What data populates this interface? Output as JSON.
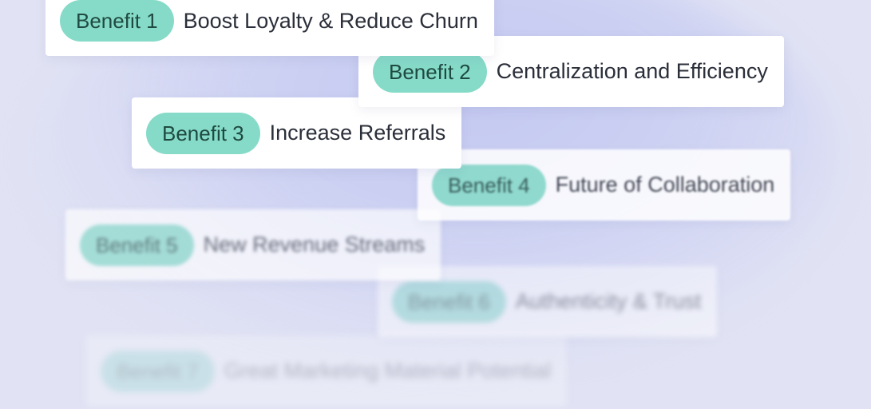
{
  "benefits": [
    {
      "badge": "Benefit 1",
      "label": "Boost Loyalty & Reduce Churn"
    },
    {
      "badge": "Benefit 2",
      "label": "Centralization and Efficiency"
    },
    {
      "badge": "Benefit 3",
      "label": "Increase Referrals"
    },
    {
      "badge": "Benefit 4",
      "label": "Future of Collaboration"
    },
    {
      "badge": "Benefit 5",
      "label": "New Revenue Streams"
    },
    {
      "badge": "Benefit 6",
      "label": "Authenticity & Trust"
    },
    {
      "badge": "Benefit 7",
      "label": "Great Marketing Material Potential"
    }
  ],
  "colors": {
    "background": "#e1e3f4",
    "badge": "#86dbc8",
    "card": "#ffffff"
  }
}
